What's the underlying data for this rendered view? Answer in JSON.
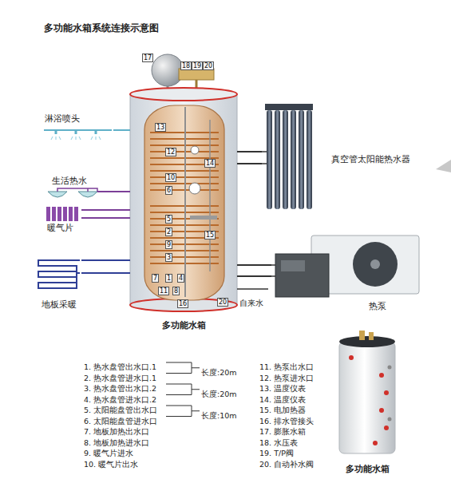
{
  "diagram": {
    "title": "多功能水箱系统连接示意图",
    "caption": "多功能水箱",
    "nodes": [
      {
        "text": [
          "淋浴喷头"
        ]
      },
      {
        "text": [
          "生活热水"
        ]
      },
      {
        "text": [
          "暖气片"
        ]
      },
      {
        "text": [
          "地板采暖"
        ]
      },
      {
        "text": [
          "多功能水箱"
        ]
      },
      {
        "text": [
          "真空管太阳能热水器"
        ]
      },
      {
        "text": [
          "热泵"
        ]
      }
    ],
    "edges": [
      {
        "from": 4,
        "to": 0,
        "arrow": "none"
      },
      {
        "from": 4,
        "to": 1,
        "arrow": "none"
      },
      {
        "from": 4,
        "to": 2,
        "arrow": "none"
      },
      {
        "from": 4,
        "to": 2,
        "arrow": "none"
      },
      {
        "from": 4,
        "to": 3,
        "arrow": "none"
      },
      {
        "from": 4,
        "to": 3,
        "arrow": "none"
      },
      {
        "from": 4,
        "to": 5,
        "arrow": "none"
      },
      {
        "from": 4,
        "to": 5,
        "arrow": "none"
      },
      {
        "from": 4,
        "to": 6,
        "arrow": "none"
      },
      {
        "from": 4,
        "to": 6,
        "arrow": "none"
      }
    ],
    "labels": [
      "17",
      "18",
      "19",
      "20",
      "13",
      "12",
      "10",
      "6",
      "14",
      "5",
      "2",
      "9",
      "3",
      "7",
      "1",
      "4",
      "11",
      "8",
      "15",
      "16",
      "20",
      "1. 热水盘管出水口.1",
      "2. 热水盘管进水口.1",
      "3. 热水盘管出水口.2",
      "4. 热水盘管进水口.2",
      "5. 太阳能盘管出水口",
      "6. 太阳能盘管进水口",
      "7. 地板加热出水口",
      "8. 地板加热进水口",
      "9. 暖气片进水",
      "10. 暖气片出水",
      "11. 热泵出水口",
      "12. 热泵进水口",
      "13. 温度仪表",
      "14. 温度仪表",
      "15. 电加热器",
      "16. 排水管接头",
      "17. 膨胀水箱",
      "18. 水压表",
      "19. T/P阀",
      "20. 自动补水阀",
      "长度:20m",
      "长度:20m",
      "长度:10m",
      "自来水"
    ]
  }
}
